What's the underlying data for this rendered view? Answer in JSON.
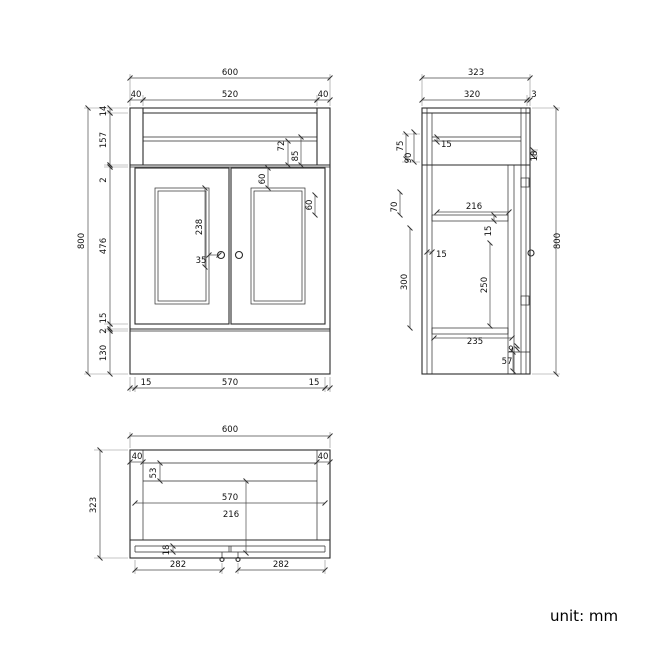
{
  "meta": {
    "unit_label": "unit: mm"
  },
  "front_view": {
    "dims": {
      "total_width": "600",
      "seg_left": "40",
      "seg_center": "520",
      "seg_right": "40",
      "h14": "14",
      "h157": "157",
      "h2a": "2",
      "h476": "476",
      "h15": "15",
      "h2b": "2",
      "h130": "130",
      "total_height": "800",
      "apron72": "72",
      "apron85": "85",
      "door_top60": "60",
      "door_side60": "60",
      "panel238": "238",
      "knob35": "35",
      "base_left15": "15",
      "base570": "570",
      "base_right15": "15"
    }
  },
  "side_view": {
    "dims": {
      "total_width": "323",
      "seg_depth": "320",
      "seg_back": "3",
      "v75": "75",
      "v90": "90",
      "t15": "15",
      "r18": "18",
      "v70": "70",
      "w216": "216",
      "m15": "15",
      "d15": "15",
      "v300": "300",
      "v250": "250",
      "w235": "235",
      "b9": "9",
      "b57": "57",
      "total_height": "800"
    }
  },
  "plan_view": {
    "dims": {
      "total_width": "600",
      "side_left40": "40",
      "side_right40": "40",
      "total_depth": "323",
      "d53": "53",
      "w570": "570",
      "d216": "216",
      "d18": "18",
      "hinge_left282": "282",
      "hinge_right282": "282"
    }
  }
}
